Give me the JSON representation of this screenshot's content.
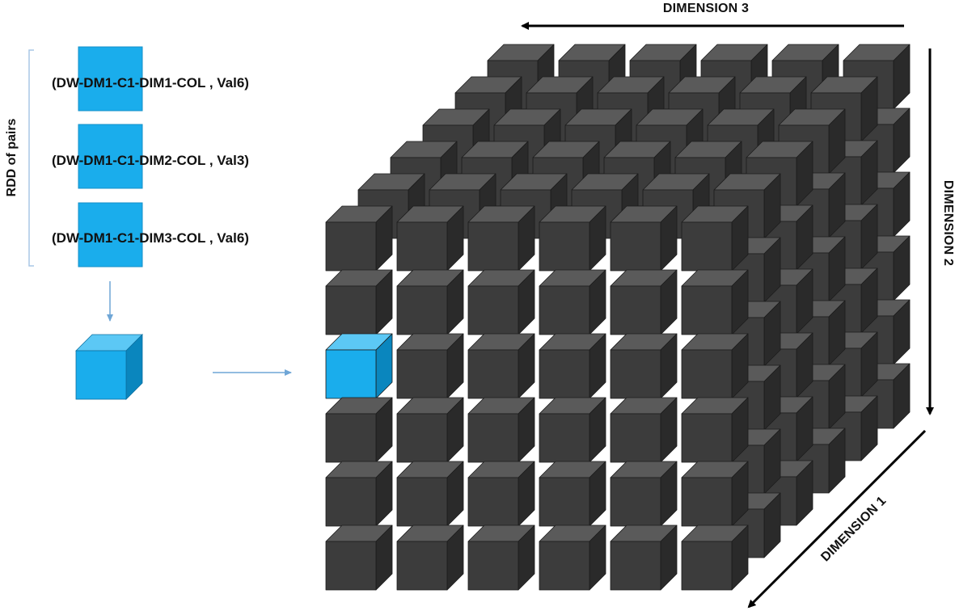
{
  "diagram": {
    "rdd_label": "RDD of pairs",
    "pairs": [
      {
        "text": "(DW-DM1-C1-DIM1-COL , Val6)"
      },
      {
        "text": "(DW-DM1-C1-DIM2-COL , Val3)"
      },
      {
        "text": "(DW-DM1-C1-DIM3-COL , Val6)"
      }
    ],
    "axes": {
      "dimension1": "DIMENSION 1",
      "dimension2": "DIMENSION 2",
      "dimension3": "DIMENSION 3"
    },
    "cube": {
      "rows": 6,
      "cols": 6,
      "depth": 6
    },
    "colors": {
      "highlight": "#1AADEC",
      "highlight_top": "#5CC8F5",
      "highlight_side": "#0A86BE",
      "cube_front": "#3C3C3C",
      "cube_top": "#5A5A5A",
      "cube_side": "#2A2A2A",
      "arrow_light": "#6FA6D6",
      "arrow_dark": "#000000"
    }
  }
}
